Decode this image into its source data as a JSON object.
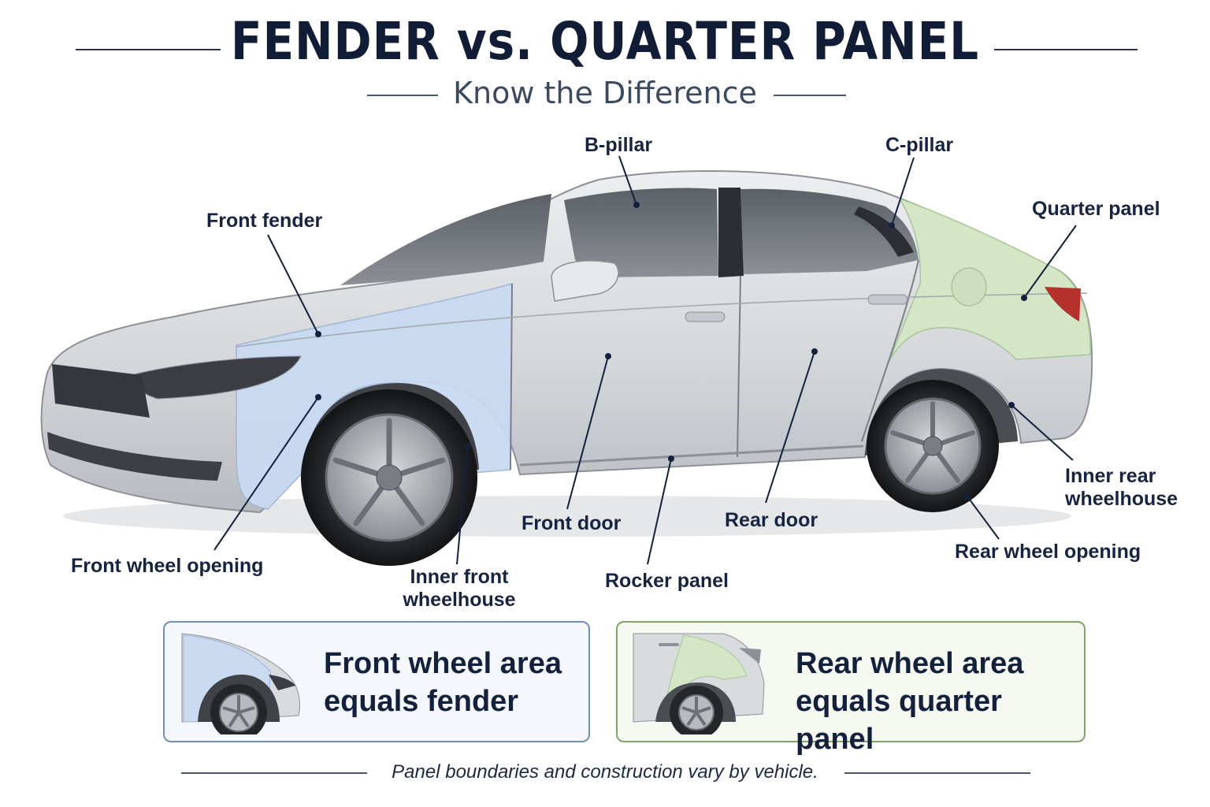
{
  "header": {
    "title": "FENDER vs. QUARTER PANEL",
    "subtitle": "Know the Difference"
  },
  "labels": {
    "front_fender": "Front fender",
    "b_pillar": "B-pillar",
    "c_pillar": "C-pillar",
    "quarter_panel": "Quarter panel",
    "front_wheel_opening": "Front wheel opening",
    "inner_front_wheelhouse": [
      "Inner front",
      "wheelhouse"
    ],
    "front_door": "Front door",
    "rocker_panel": "Rocker panel",
    "rear_door": "Rear door",
    "inner_rear_wheelhouse": [
      "Inner rear",
      "wheelhouse"
    ],
    "rear_wheel_opening": "Rear wheel opening"
  },
  "cards": {
    "front": [
      "Front wheel area",
      "equals fender"
    ],
    "rear": [
      "Rear wheel area",
      "equals quarter panel"
    ]
  },
  "footnote": "Panel boundaries and construction vary by vehicle.",
  "colors": {
    "fender": "#c9daf1",
    "quarter_panel": "#d4e6c6",
    "body": "#d9dcdf",
    "navy": "#14213d"
  },
  "icons": [
    "car-side-diagram",
    "front-fender-thumbnail",
    "rear-quarter-thumbnail"
  ]
}
